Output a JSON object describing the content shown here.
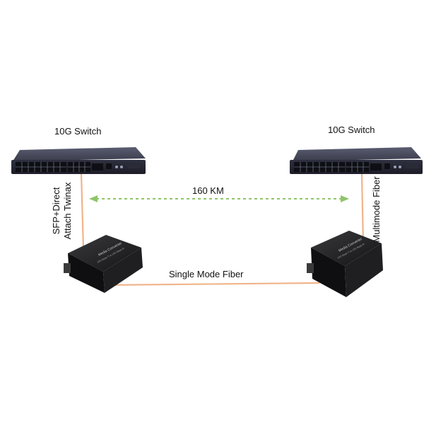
{
  "nodes": {
    "switch_left": {
      "label": "10G Switch"
    },
    "switch_right": {
      "label": "10G Switch"
    },
    "converter_left": {
      "label": "Media Converter",
      "sublabel": "10G Base-T to 10G Base-R"
    },
    "converter_right": {
      "label": "Media Converter",
      "sublabel": "10G Base-T to 10G Base-R"
    }
  },
  "links": {
    "left_uplink": "SFP+Direct Attach Twinax",
    "left_uplink_lines": [
      "SFP+Direct",
      "Attach Twinax"
    ],
    "right_uplink": "Multimode Fiber",
    "fiber_link": "Single Mode Fiber",
    "distance": "160 KM"
  },
  "colors": {
    "fiber_orange": "#f0b48a",
    "distance_green": "#8fc56a",
    "switch_body": "#3b3d4e",
    "converter_body": "#1c1c1e"
  }
}
